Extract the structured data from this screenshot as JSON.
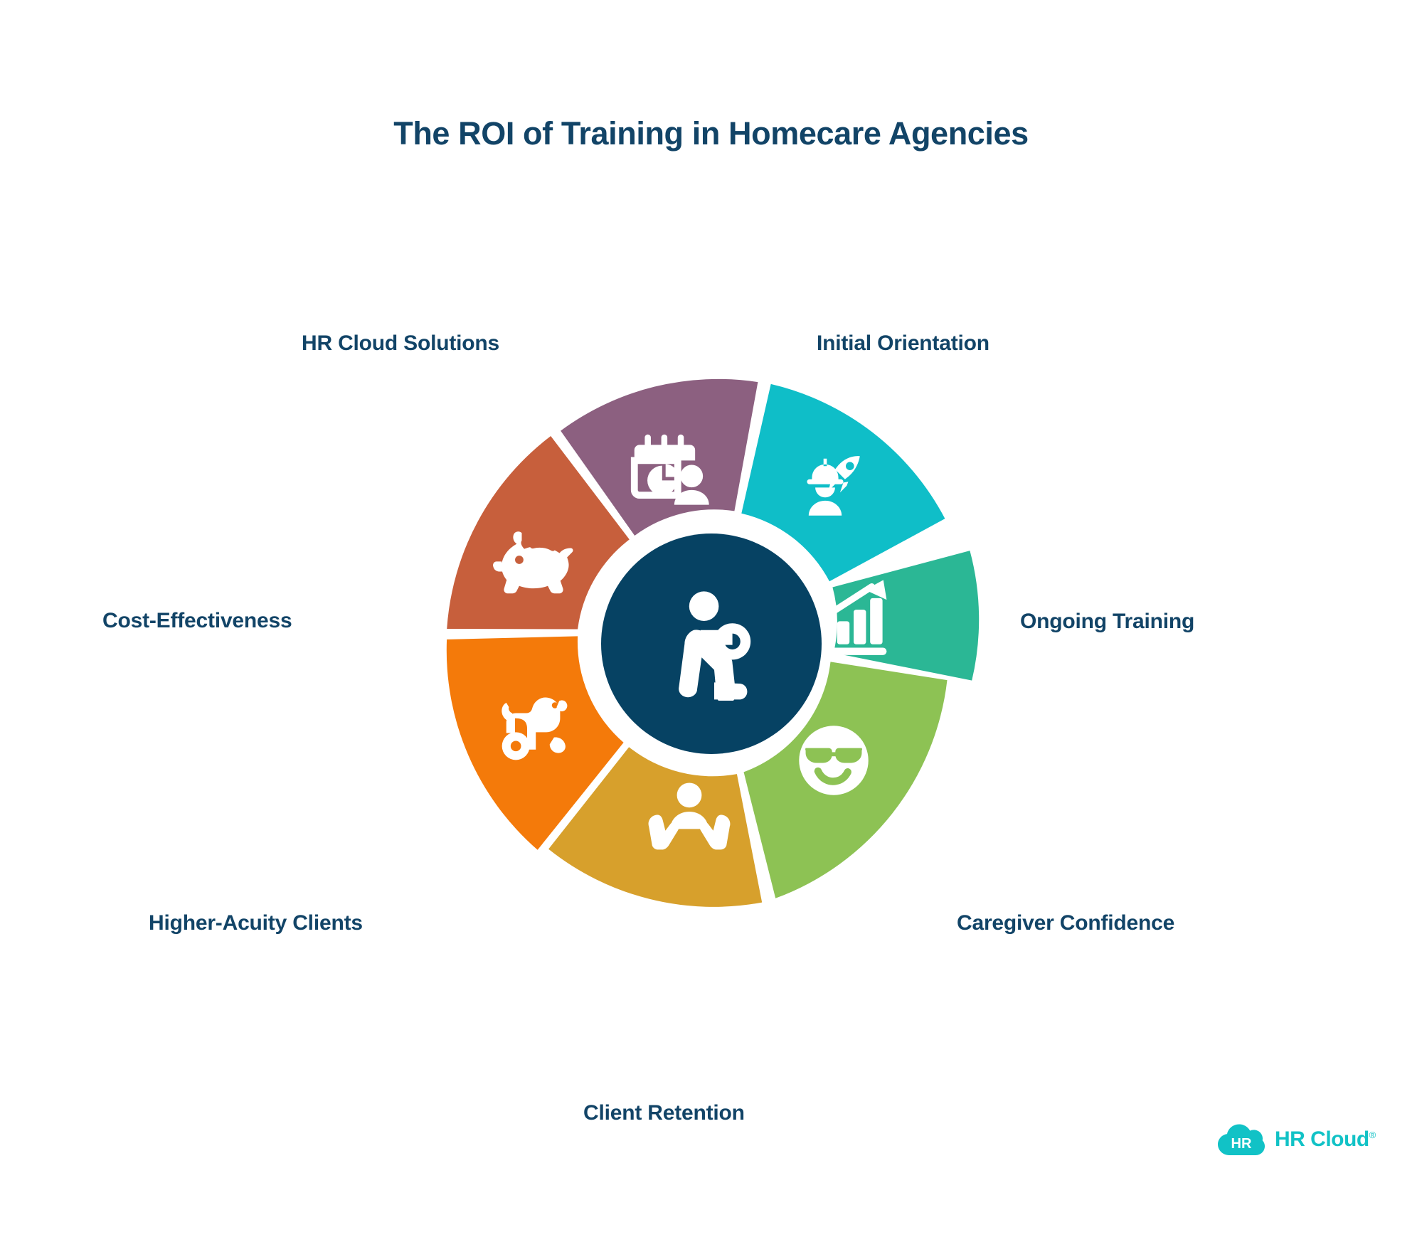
{
  "title": "The ROI of Training in Homecare Agencies",
  "colors": {
    "title_text": "#124467",
    "label_text": "#124467",
    "hub_fill": "#064263",
    "background": "#ffffff",
    "brand_teal": "#11C2C6"
  },
  "center": {
    "icon": "person-pushing-icon",
    "fill": "#064263"
  },
  "chart_data": {
    "type": "pie",
    "title": "The ROI of Training in Homecare Agencies",
    "note": "Seven equal segments radiating from a central hub; each segment carries a white icon and an outside label.",
    "categories": [
      "Initial Orientation",
      "Ongoing Training",
      "Caregiver Confidence",
      "Client Retention",
      "Higher-Acuity Clients",
      "Cost-Effectiveness",
      "HR Cloud Solutions"
    ],
    "values": [
      1,
      1,
      1,
      1,
      1,
      1,
      1
    ],
    "colors": [
      "#0FBEC8",
      "#2BB795",
      "#8DC254",
      "#D7A02C",
      "#F47A0A",
      "#C75F3C",
      "#8C6080"
    ],
    "legend": "outside-labels",
    "grid": false
  },
  "segments": [
    {
      "id": "initial-orientation",
      "label": "Initial Orientation",
      "color": "#0FBEC8",
      "icon": "worker-rocket-icon",
      "label_position": "top-right"
    },
    {
      "id": "ongoing-training",
      "label": "Ongoing Training",
      "color": "#2BB795",
      "icon": "growth-bar-chart-icon",
      "label_position": "right"
    },
    {
      "id": "caregiver-confidence",
      "label": "Caregiver Confidence",
      "color": "#8DC254",
      "icon": "cool-face-sunglasses-icon",
      "label_position": "bottom-right"
    },
    {
      "id": "client-retention",
      "label": "Client Retention",
      "color": "#D7A02C",
      "icon": "hands-holding-person-icon",
      "label_position": "bottom"
    },
    {
      "id": "higher-acuity-clients",
      "label": "Higher-Acuity Clients",
      "color": "#F47A0A",
      "icon": "dog-wheelchair-icon",
      "label_position": "bottom-left"
    },
    {
      "id": "cost-effectiveness",
      "label": "Cost-Effectiveness",
      "color": "#C75F3C",
      "icon": "piggy-bank-icon",
      "label_position": "left"
    },
    {
      "id": "hr-cloud-solutions",
      "label": "HR Cloud Solutions",
      "color": "#8C6080",
      "icon": "calendar-chart-person-icon",
      "label_position": "top-left"
    }
  ],
  "brand": {
    "mark_text": "HR",
    "name": "HR Cloud",
    "registered_mark": "®",
    "mark_icon": "hr-cloud-logo-icon"
  }
}
